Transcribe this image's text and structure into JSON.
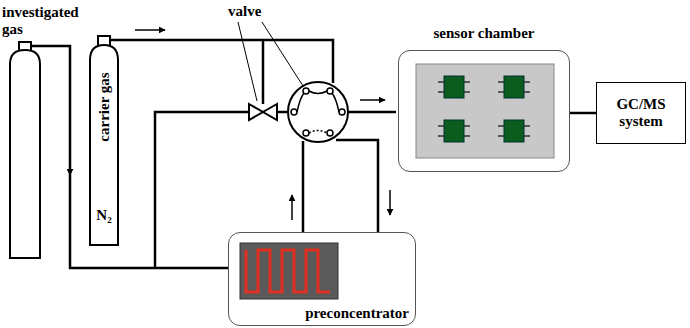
{
  "diagram": {
    "nodes": [
      {
        "text": [
          "investigated gas"
        ]
      },
      {
        "text": [
          "carrier gas",
          "N₂"
        ]
      },
      {
        "text": [
          "sensor chamber"
        ]
      },
      {
        "text": [
          "GC/MS system"
        ]
      },
      {
        "text": [
          "preconcentrator"
        ]
      }
    ],
    "edges": [
      {
        "from": 2,
        "to": 3,
        "arrow": "none"
      }
    ],
    "labels": [
      "valve"
    ]
  }
}
